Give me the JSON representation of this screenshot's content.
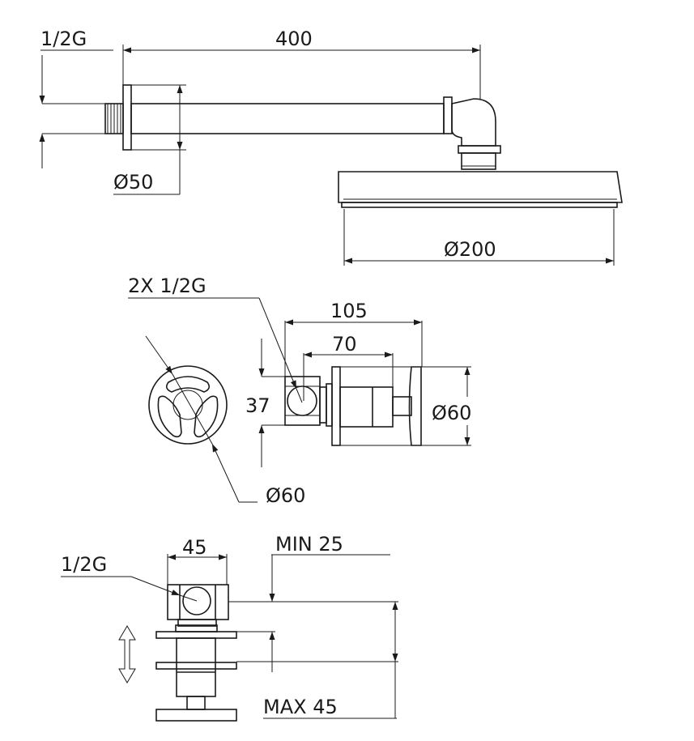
{
  "top_view": {
    "thread_label": "1/2G",
    "arm_length": "400",
    "flange_diameter": "Ø50",
    "head_diameter": "Ø200"
  },
  "middle_view": {
    "connections_label": "2X 1/2G",
    "overall_depth": "105",
    "body_depth": "70",
    "box_height": "37",
    "flange_diameter": "Ø60",
    "handle_diameter": "Ø60"
  },
  "bottom_view": {
    "box_width": "45",
    "thread_label": "1/2G",
    "min_wall": "MIN 25",
    "max_wall": "MAX 45"
  },
  "colors": {
    "line": "#1a1a1a",
    "background": "#ffffff"
  }
}
